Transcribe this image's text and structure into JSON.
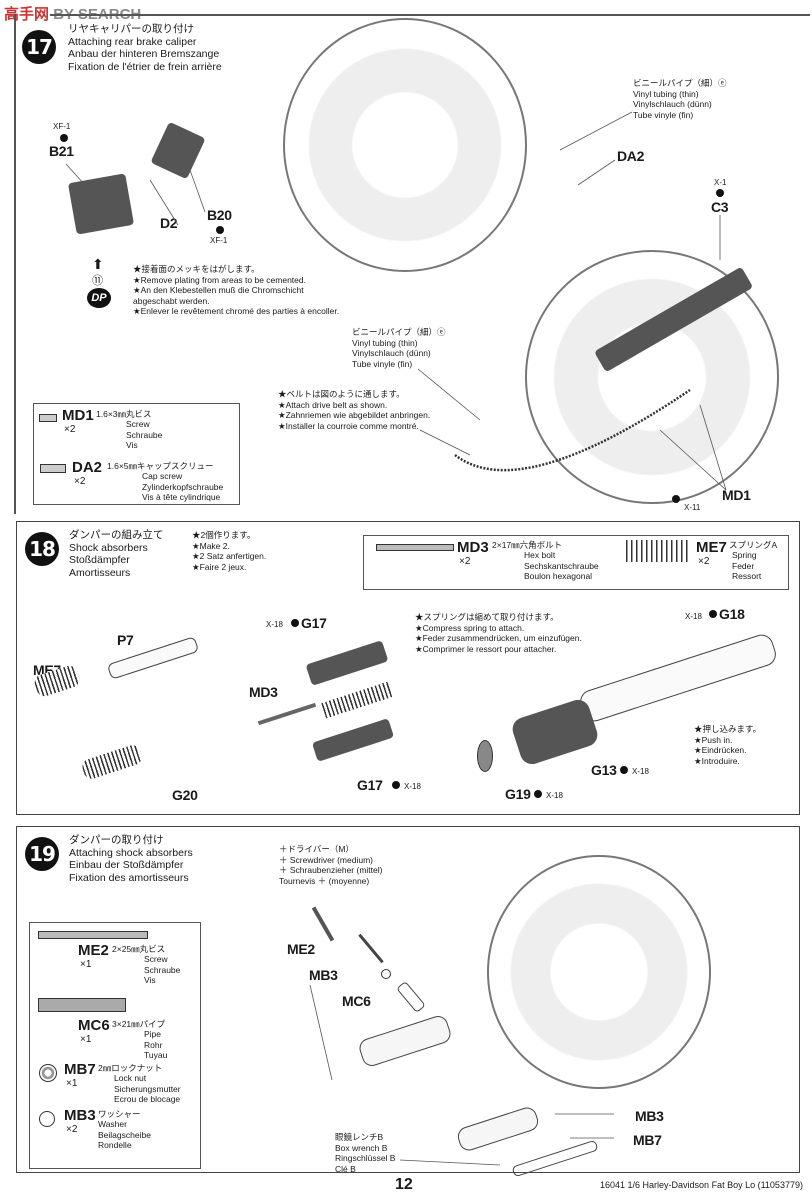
{
  "watermark": {
    "left": "高手网",
    "right": "BY SEARCH"
  },
  "step17": {
    "number": "17",
    "title": [
      "リヤキャリパーの取り付け",
      "Attaching rear brake caliper",
      "Anbau der hinteren Bremszange",
      "Fixation de l'étrier de frein arrière"
    ],
    "labels": {
      "b21": "B21",
      "b21_paint": "XF-1",
      "b20": "B20",
      "b20_paint": "XF-1",
      "d2": "D2",
      "da2": "DA2",
      "c3": "C3",
      "c3_paint": "X-1",
      "md1": "MD1",
      "md1_paint": "X-11",
      "circled_11": "⑪",
      "dp": "DP"
    },
    "plating_note": [
      "★接着面のメッキをはがします。",
      "★Remove plating from areas to be cemented.",
      "★An den Klebestellen muß die Chromschicht",
      "abgeschabt werden.",
      "★Enlever le revêtement chromé des parties à encoller."
    ],
    "vinyl_note_top": [
      "ビニールパイプ（細）ⓔ",
      "Vinyl tubing (thin)",
      "Vinylschlauch (dünn)",
      "Tube vinyle (fin)"
    ],
    "vinyl_note_mid": [
      "ビニールパイプ（細）ⓔ",
      "Vinyl tubing (thin)",
      "Vinylschlauch (dünn)",
      "Tube vinyle (fin)"
    ],
    "belt_note": [
      "★ベルトは図のように通します。",
      "★Attach drive belt as shown.",
      "★Zahnriemen wie abgebildet anbringen.",
      "★Installer la courroie comme montré."
    ],
    "parts": [
      {
        "code": "MD1",
        "qty": "×2",
        "spec": "1.6×3㎜丸ビス",
        "names": [
          "Screw",
          "Schraube",
          "Vis"
        ]
      },
      {
        "code": "DA2",
        "qty": "×2",
        "spec": "1.6×5㎜キャップスクリュー",
        "names": [
          "Cap screw",
          "Zylinderkopfschraube",
          "Vis à tête cylindrique"
        ]
      }
    ]
  },
  "step18": {
    "number": "18",
    "title": [
      "ダンパーの組み立て",
      "Shock absorbers",
      "Stoßdämpfer",
      "Amortisseurs"
    ],
    "make_note": [
      "★2個作ります。",
      "★Make 2.",
      "★2 Satz anfertigen.",
      "★Faire 2 jeux."
    ],
    "parts": [
      {
        "code": "MD3",
        "qty": "×2",
        "spec": "2×17㎜六角ボルト",
        "names": [
          "Hex bolt",
          "Sechskantschraube",
          "Boulon hexagonal"
        ]
      },
      {
        "code": "ME7",
        "qty": "×2",
        "spec": "スプリングA",
        "names": [
          "Spring",
          "Feder",
          "Ressort"
        ]
      }
    ],
    "labels": {
      "me7": "ME7",
      "p7": "P7",
      "g20": "G20",
      "md3": "MD3",
      "g17_top": "G17",
      "g17_bottom": "G17",
      "g18": "G18",
      "g13": "G13",
      "g19": "G19",
      "x18": "X-18"
    },
    "compress_note": [
      "★スプリングは縮めて取り付けます。",
      "★Compress spring to attach.",
      "★Feder zusammendrücken, um einzufügen.",
      "★Comprimer le ressort pour attacher."
    ],
    "push_note": [
      "★押し込みます。",
      "★Push in.",
      "★Eindrücken.",
      "★Introduire."
    ]
  },
  "step19": {
    "number": "19",
    "title": [
      "ダンパーの取り付け",
      "Attaching shock absorbers",
      "Einbau der Stoßdämpfer",
      "Fixation des amortisseurs"
    ],
    "screwdriver_note": [
      "＋ドライバー（M）",
      "＋ Screwdriver (medium)",
      "＋ Schraubenzieher (mittel)",
      "Tournevis ＋ (moyenne)"
    ],
    "wrench_note": [
      "眼鏡レンチB",
      "Box wrench B",
      "Ringschlüssel B",
      "Clé B"
    ],
    "labels": {
      "me2": "ME2",
      "mb3_top": "MB3",
      "mc6": "MC6",
      "mb3_bottom": "MB3",
      "mb7": "MB7"
    },
    "parts": [
      {
        "code": "ME2",
        "qty": "×1",
        "spec": "2×25㎜丸ビス",
        "names": [
          "Screw",
          "Schraube",
          "Vis"
        ]
      },
      {
        "code": "MC6",
        "qty": "×1",
        "spec": "3×21㎜パイプ",
        "names": [
          "Pipe",
          "Rohr",
          "Tuyau"
        ]
      },
      {
        "code": "MB7",
        "qty": "×1",
        "spec": "2㎜ロックナット",
        "names": [
          "Lock nut",
          "Sicherungsmutter",
          "Ecrou de blocage"
        ]
      },
      {
        "code": "MB3",
        "qty": "×2",
        "spec": "ワッシャー",
        "names": [
          "Washer",
          "Beilagscheibe",
          "Rondelle"
        ]
      }
    ]
  },
  "footer": {
    "page_number": "12",
    "product": "16041  1/6 Harley-Davidson Fat Boy Lo (11053779)"
  }
}
